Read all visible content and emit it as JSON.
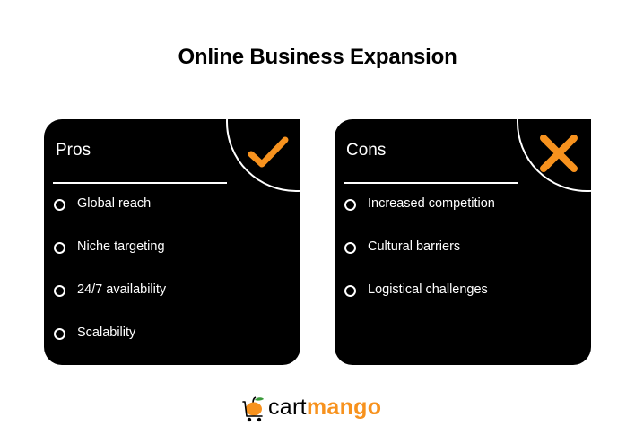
{
  "title": "Online Business Expansion",
  "accent_color": "#f7921e",
  "pros": {
    "heading": "Pros",
    "icon": "check-icon",
    "items": [
      "Global reach",
      "Niche targeting",
      "24/7 availability",
      "Scalability"
    ]
  },
  "cons": {
    "heading": "Cons",
    "icon": "x-icon",
    "items": [
      "Increased competition",
      "Cultural barriers",
      "Logistical challenges"
    ]
  },
  "logo": {
    "part1": "cart",
    "part2": "mango",
    "icon": "mango-cart-icon"
  }
}
